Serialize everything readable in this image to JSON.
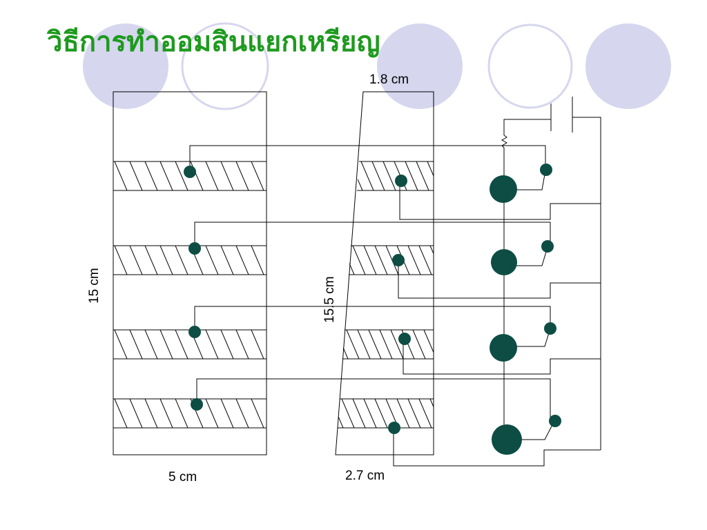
{
  "slide": {
    "title": "วิธีการทำออมสินแยกเหรียญ"
  },
  "dimensions": {
    "left_height": "15 cm",
    "left_width": "5 cm",
    "top_width": "1.8 cm",
    "slant_length": "15.5 cm",
    "bottom_width": "2.7 cm"
  },
  "colors": {
    "title": "#1e9a1e",
    "decor_circle_fill": "#d6d6ee",
    "decor_circle_stroke": "#d6d6ee",
    "node_dark": "#0d4d44",
    "line": "#000000"
  }
}
